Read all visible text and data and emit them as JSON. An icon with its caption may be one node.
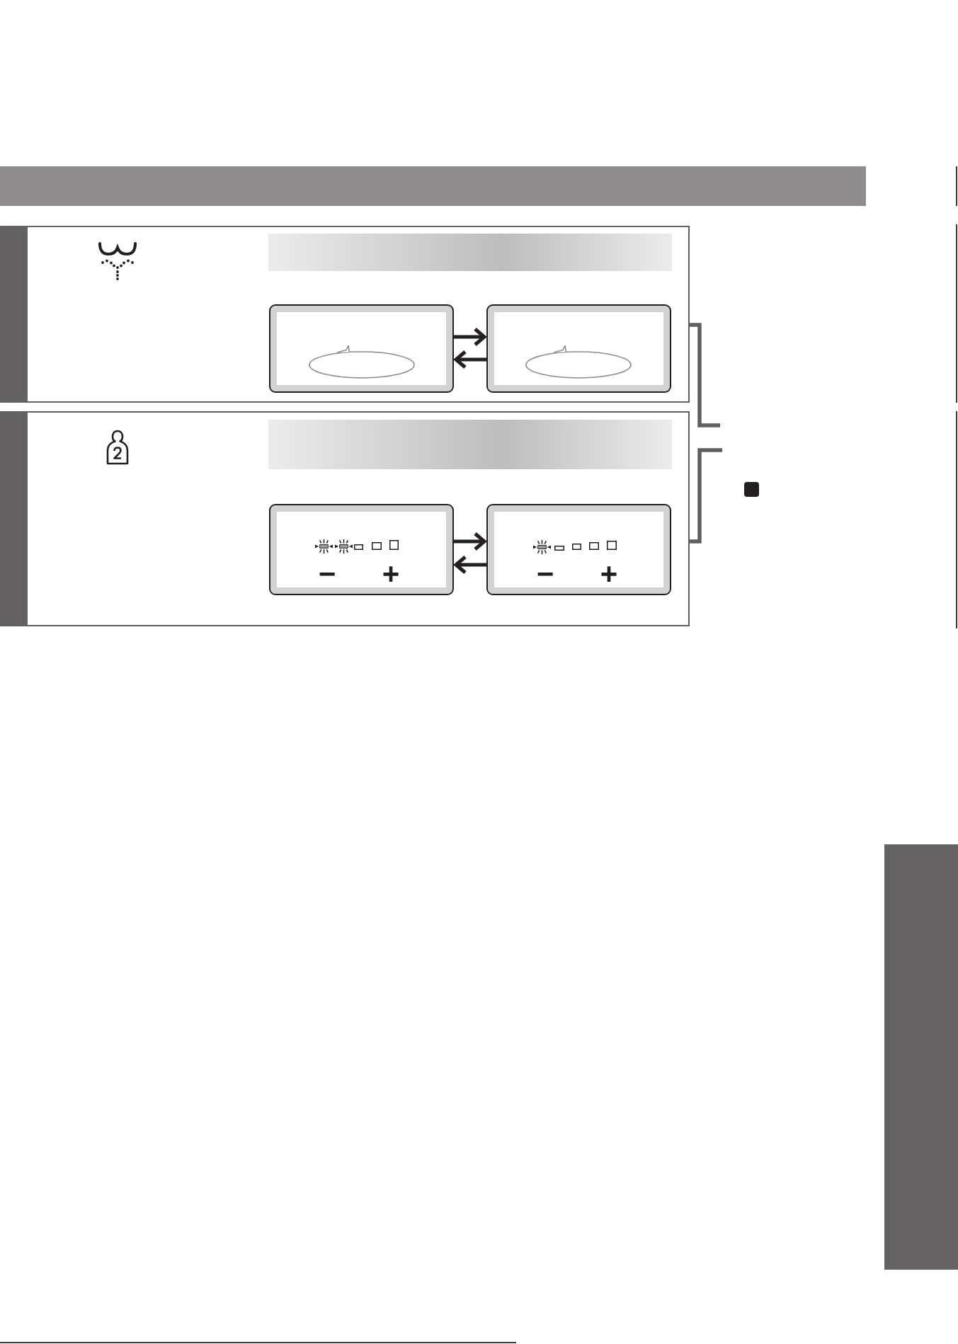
{
  "diagram": {
    "nodes": [
      {
        "text": [],
        "shape": "bar"
      },
      {
        "text": [],
        "shape": "box"
      },
      {
        "text": [],
        "shape": "bar",
        "in": 1
      },
      {
        "text": [],
        "shape": "box",
        "in": 1
      },
      {
        "text": [],
        "shape": "ellipse",
        "in": 3
      },
      {
        "text": [],
        "shape": "box",
        "in": 1
      },
      {
        "text": [],
        "shape": "ellipse",
        "in": 5
      },
      {
        "text": [],
        "shape": "box"
      },
      {
        "text": [],
        "shape": "bar",
        "in": 7
      },
      {
        "text": [
          "−",
          "+"
        ],
        "in": 7
      },
      {
        "text": [
          "−",
          "+"
        ],
        "in": 7
      },
      {
        "text": [],
        "shape": "bar"
      }
    ],
    "edges": [
      {
        "from": 3,
        "to": 5,
        "arrow": "to"
      },
      {
        "from": 5,
        "to": 3,
        "arrow": "to"
      },
      {
        "from": 9,
        "to": 10,
        "arrow": "to"
      },
      {
        "from": 10,
        "to": 9,
        "arrow": "to"
      }
    ]
  }
}
